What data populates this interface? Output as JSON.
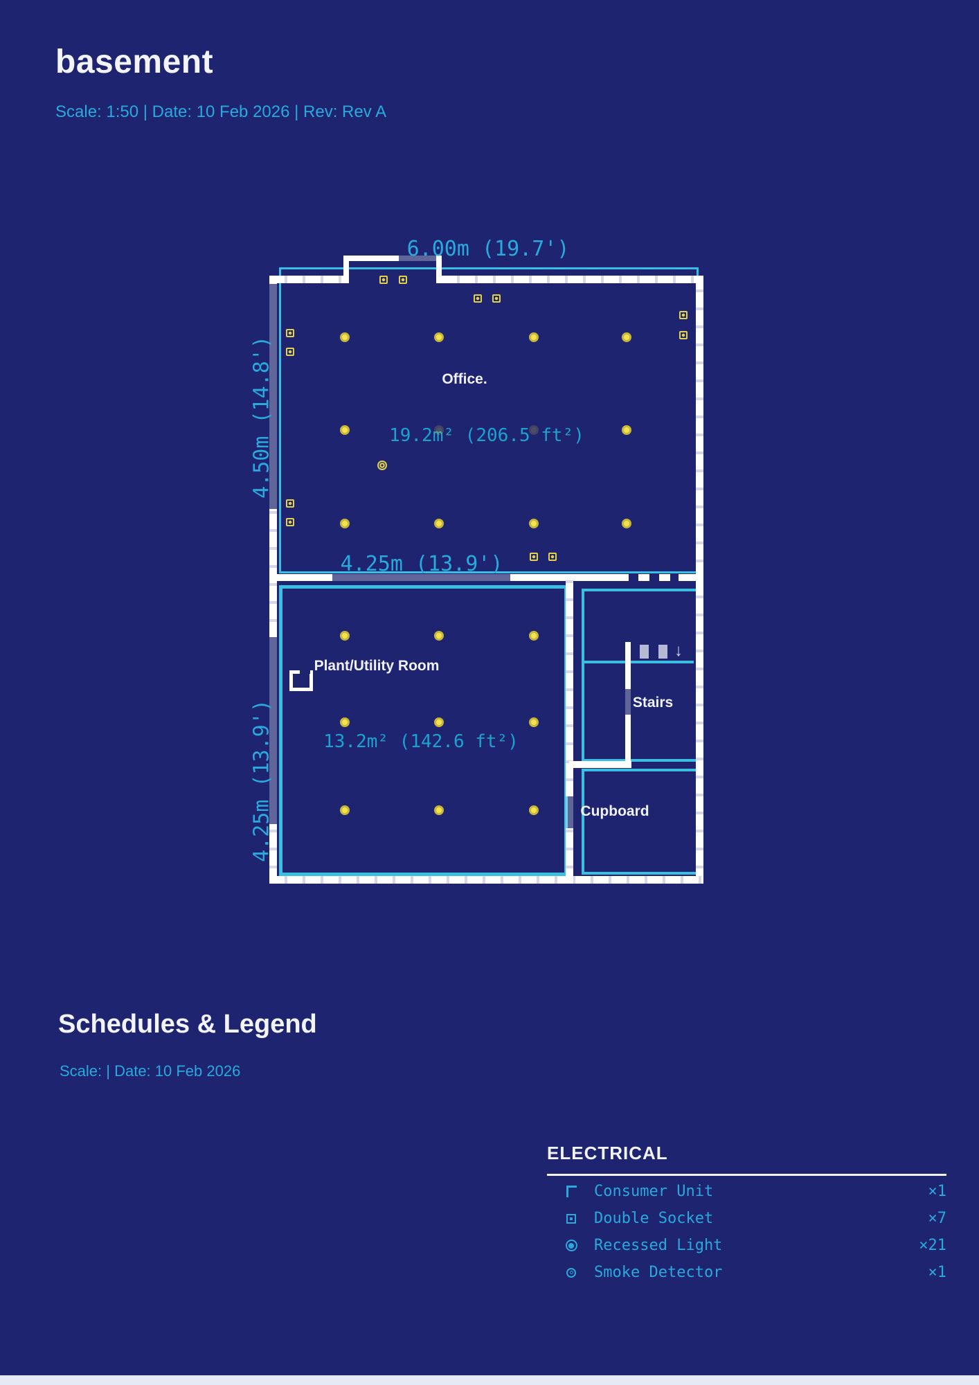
{
  "header": {
    "title": "basement",
    "subtitle": "Scale: 1:50  |  Date: 10 Feb 2026  |  Rev: Rev A"
  },
  "schedules": {
    "title": "Schedules & Legend",
    "subtitle": "Scale:  |  Date: 10 Feb 2026"
  },
  "plan": {
    "rooms": {
      "office": {
        "name": "Office.",
        "area": "19.2m² (206.5 ft²)"
      },
      "plant": {
        "name": "Plant/Utility Room",
        "area": "13.2m² (142.6 ft²)"
      },
      "stairs": {
        "name": "Stairs"
      },
      "cupboard": {
        "name": "Cupboard"
      }
    },
    "dimensions": {
      "top": "6.00m (19.7')",
      "office_left": "4.50m (14.8')",
      "divider": "4.25m (13.9')",
      "plant_left": "4.25m (13.9')"
    },
    "stairs_arrow": "↓",
    "symbols": {
      "double_sockets": [
        [
          554,
          404
        ],
        [
          582,
          404
        ],
        [
          690,
          431
        ],
        [
          717,
          431
        ],
        [
          987,
          455
        ],
        [
          987,
          484
        ],
        [
          419,
          481
        ],
        [
          419,
          508
        ],
        [
          419,
          727
        ],
        [
          419,
          754
        ],
        [
          771,
          804
        ],
        [
          798,
          804
        ]
      ],
      "recessed_lights": [
        [
          498,
          487
        ],
        [
          634,
          487
        ],
        [
          771,
          487
        ],
        [
          905,
          487
        ],
        [
          498,
          621
        ],
        [
          905,
          621
        ],
        [
          498,
          756
        ],
        [
          634,
          756
        ],
        [
          771,
          756
        ],
        [
          905,
          756
        ],
        [
          498,
          918
        ],
        [
          634,
          918
        ],
        [
          771,
          918
        ],
        [
          498,
          1043
        ],
        [
          634,
          1043
        ],
        [
          771,
          1043
        ],
        [
          498,
          1170
        ],
        [
          634,
          1170
        ],
        [
          771,
          1170
        ]
      ],
      "recessed_lights_dim": [
        [
          634,
          621
        ],
        [
          771,
          621
        ]
      ],
      "smoke_detectors": [
        [
          552,
          672
        ]
      ],
      "consumer_units": [
        [
          435,
          983
        ]
      ]
    }
  },
  "legend": {
    "title": "ELECTRICAL",
    "rows": [
      {
        "icon": "consumer-unit-icon",
        "label": "Consumer Unit",
        "count": "×1"
      },
      {
        "icon": "double-socket-icon",
        "label": "Double Socket",
        "count": "×7"
      },
      {
        "icon": "recessed-light-icon",
        "label": "Recessed Light",
        "count": "×21"
      },
      {
        "icon": "smoke-detector-icon",
        "label": "Smoke Detector",
        "count": "×1"
      }
    ]
  },
  "colors": {
    "background": "#1E246F",
    "wall": "#FFFFFF",
    "line_cyan": "#3CBDE2",
    "text_cyan": "#2AA9DC",
    "area_cyan": "#1CA3CD",
    "symbol_yellow": "#E3D148"
  }
}
